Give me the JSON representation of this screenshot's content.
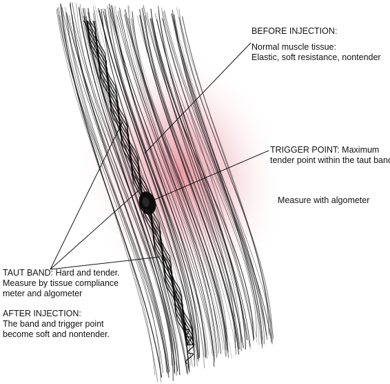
{
  "colors": {
    "fiber": "#1a1a1a",
    "taut_band": "#0d0d0d",
    "inflammation": "#d9465a",
    "leader_line": "#111111"
  },
  "labels": {
    "before_injection": {
      "heading": "BEFORE INJECTION:",
      "line1": "Normal muscle tissue:",
      "line2": "Elastic, soft resistance, nontender"
    },
    "trigger_point": {
      "line1": "TRIGGER POINT: Maximum",
      "line2": "tender point within the taut band"
    },
    "algometer": {
      "text": "Measure with algometer"
    },
    "taut_band": {
      "line1": "TAUT BAND: Hard and tender.",
      "line2": "Measure by tissue compliance",
      "line3": "meter and algometer"
    },
    "after_injection": {
      "heading": "AFTER INJECTION:",
      "line1": "The band and trigger point",
      "line2": "become soft and nontender."
    }
  },
  "icons": {
    "signature": "artist-signature-icon"
  }
}
